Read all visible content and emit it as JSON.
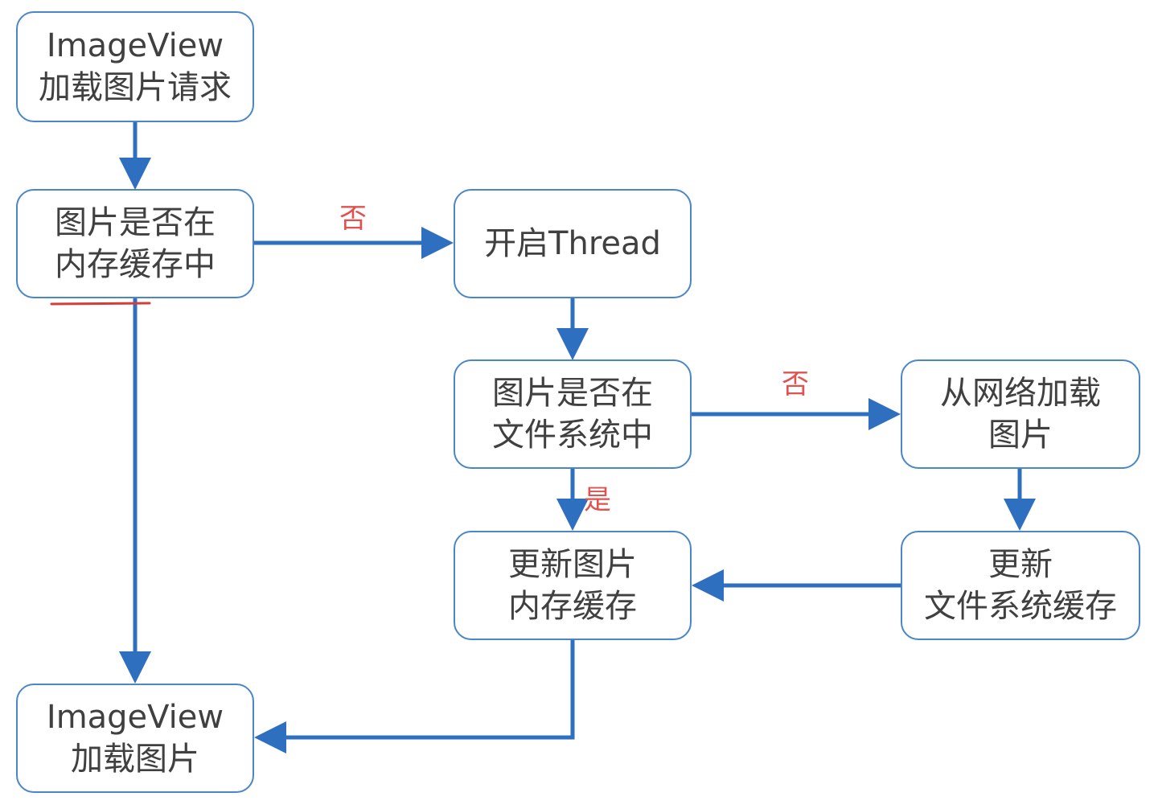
{
  "diagram": {
    "nodes": {
      "n1": {
        "line1": "ImageView",
        "line2": "加载图片请求"
      },
      "n2": {
        "line1": "图片是否在",
        "line2": "内存缓存中"
      },
      "n3": {
        "line1": "开启Thread"
      },
      "n4": {
        "line1": "图片是否在",
        "line2": "文件系统中"
      },
      "n5": {
        "line1": "从网络加载",
        "line2": "图片"
      },
      "n6": {
        "line1": "更新图片",
        "line2": "内存缓存"
      },
      "n7": {
        "line1": "更新",
        "line2": "文件系统缓存"
      },
      "n8": {
        "line1": "ImageView",
        "line2": "加载图片"
      }
    },
    "edge_labels": {
      "n2_n3": "否",
      "n4_n5": "否",
      "n4_n6": "是"
    },
    "colors": {
      "node_border": "#4a86c8",
      "arrow": "#2e6fbf",
      "label": "#e0524f",
      "annotation": "#d63c3c",
      "text": "#404040"
    }
  }
}
